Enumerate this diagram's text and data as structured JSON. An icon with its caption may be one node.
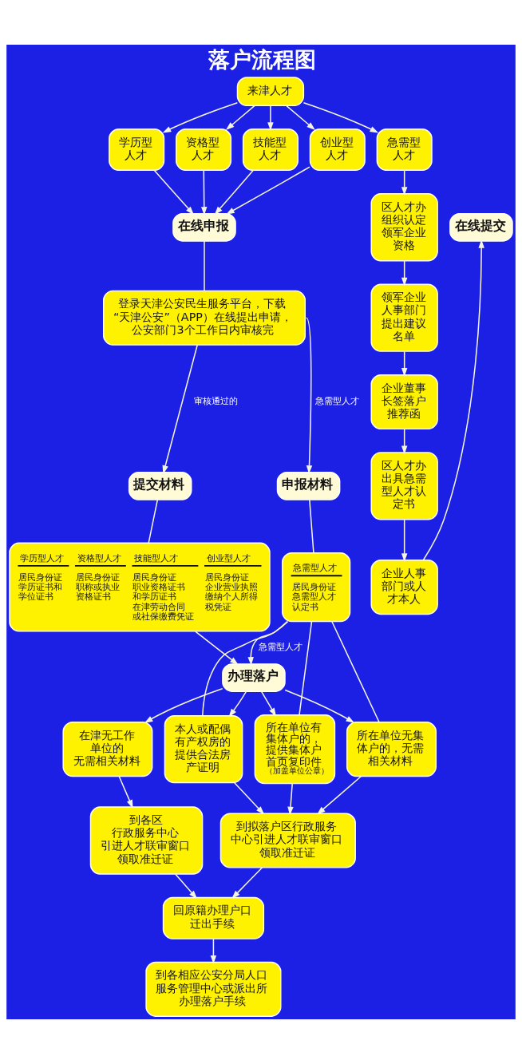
{
  "diagram": {
    "title": "落户流程图",
    "nodes": [
      {
        "text": [
          "来津人才"
        ]
      },
      {
        "text": [
          "学历型人才"
        ]
      },
      {
        "text": [
          "资格型人才"
        ]
      },
      {
        "text": [
          "技能型人才"
        ]
      },
      {
        "text": [
          "创业型人才"
        ]
      },
      {
        "text": [
          "急需型人才"
        ]
      },
      {
        "text": [
          "区人才办组织认定领军企业资格"
        ]
      },
      {
        "text": [
          "领军企业人事部门提出建议名单"
        ]
      },
      {
        "text": [
          "企业董事长签落户推荐函"
        ]
      },
      {
        "text": [
          "区人才办出具急需型人才认定书"
        ]
      },
      {
        "text": [
          "企业人事部门或人才本人"
        ]
      },
      {
        "text": [
          "在线申报"
        ]
      },
      {
        "text": [
          "在线提交"
        ]
      },
      {
        "text": [
          "登录天津公安民生服务平台，下载“天津公安”（APP）在线提出申请，公安部门3个工作日内审核完"
        ]
      },
      {
        "text": [
          "提交材料"
        ]
      },
      {
        "text": [
          "申报材料"
        ]
      },
      {
        "text": [
          "学历型人才",
          "居民身份证学历证书和学位证书",
          "资格型人才",
          "居民身份证职称或执业资格证书",
          "技能型人才",
          "居民身份证职业资格证书和学历证书在津劳动合同或社保缴费凭证",
          "创业型人才",
          "居民身份证企业营业执照缴纳个人所得税凭证"
        ]
      },
      {
        "text": [
          "急需型人才",
          "居民身份证急需型人才认定书"
        ]
      },
      {
        "text": [
          "办理落户"
        ]
      },
      {
        "text": [
          "在津无工作单位的无需相关材料"
        ]
      },
      {
        "text": [
          "本人或配偶有产权房的提供合法房产证明"
        ]
      },
      {
        "text": [
          "所在单位有集体户的，提供集体户首页复印件",
          "（加盖单位公章）"
        ]
      },
      {
        "text": [
          "所在单位无集体户的，无需相关材料"
        ]
      },
      {
        "text": [
          "到各区行政服务中心引进人才联审窗口领取准迁证"
        ]
      },
      {
        "text": [
          "到拟落户区行政服务中心引进人才联审窗口领取准迁证"
        ]
      },
      {
        "text": [
          "回原籍办理户口迁出手续"
        ]
      },
      {
        "text": [
          "到各相应公安分局人口服务管理中心或派出所办理落户手续"
        ]
      }
    ],
    "edges": [
      {
        "from": 0,
        "to": 1,
        "arrow": "to"
      },
      {
        "from": 0,
        "to": 2,
        "arrow": "to"
      },
      {
        "from": 0,
        "to": 3,
        "arrow": "to"
      },
      {
        "from": 0,
        "to": 4,
        "arrow": "to"
      },
      {
        "from": 0,
        "to": 5,
        "arrow": "to"
      },
      {
        "from": 1,
        "to": 11,
        "arrow": "to"
      },
      {
        "from": 2,
        "to": 11,
        "arrow": "to"
      },
      {
        "from": 3,
        "to": 11,
        "arrow": "to"
      },
      {
        "from": 4,
        "to": 11,
        "arrow": "to"
      },
      {
        "from": 5,
        "to": 6,
        "arrow": "to"
      },
      {
        "from": 6,
        "to": 7,
        "arrow": "to"
      },
      {
        "from": 7,
        "to": 8,
        "arrow": "to"
      },
      {
        "from": 8,
        "to": 9,
        "arrow": "to"
      },
      {
        "from": 9,
        "to": 10,
        "arrow": "to"
      },
      {
        "from": 10,
        "to": 12,
        "arrow": "to"
      },
      {
        "from": 11,
        "to": 13,
        "arrow": "none"
      },
      {
        "from": 13,
        "to": 14,
        "arrow": "to",
        "label": "审核通过的"
      },
      {
        "from": 13,
        "to": 15,
        "arrow": "to",
        "label": "急需型人才"
      },
      {
        "from": 14,
        "to": 16,
        "arrow": "none"
      },
      {
        "from": 15,
        "to": 17,
        "arrow": "none"
      },
      {
        "from": 16,
        "to": 18,
        "arrow": "to"
      },
      {
        "from": 17,
        "to": 18,
        "arrow": "to",
        "label": "急需型人才"
      },
      {
        "from": 18,
        "to": 19,
        "arrow": "to"
      },
      {
        "from": 18,
        "to": 20,
        "arrow": "to"
      },
      {
        "from": 18,
        "to": 21,
        "arrow": "to"
      },
      {
        "from": 18,
        "to": 22,
        "arrow": "to"
      },
      {
        "from": 17,
        "to": 20,
        "arrow": "none"
      },
      {
        "from": 17,
        "to": 21,
        "arrow": "none"
      },
      {
        "from": 17,
        "to": 22,
        "arrow": "none"
      },
      {
        "from": 19,
        "to": 23,
        "arrow": "to"
      },
      {
        "from": 20,
        "to": 24,
        "arrow": "to"
      },
      {
        "from": 21,
        "to": 24,
        "arrow": "to"
      },
      {
        "from": 22,
        "to": 24,
        "arrow": "to"
      },
      {
        "from": 23,
        "to": 25,
        "arrow": "to"
      },
      {
        "from": 24,
        "to": 25,
        "arrow": "to"
      },
      {
        "from": 25,
        "to": 26,
        "arrow": "to"
      }
    ]
  }
}
